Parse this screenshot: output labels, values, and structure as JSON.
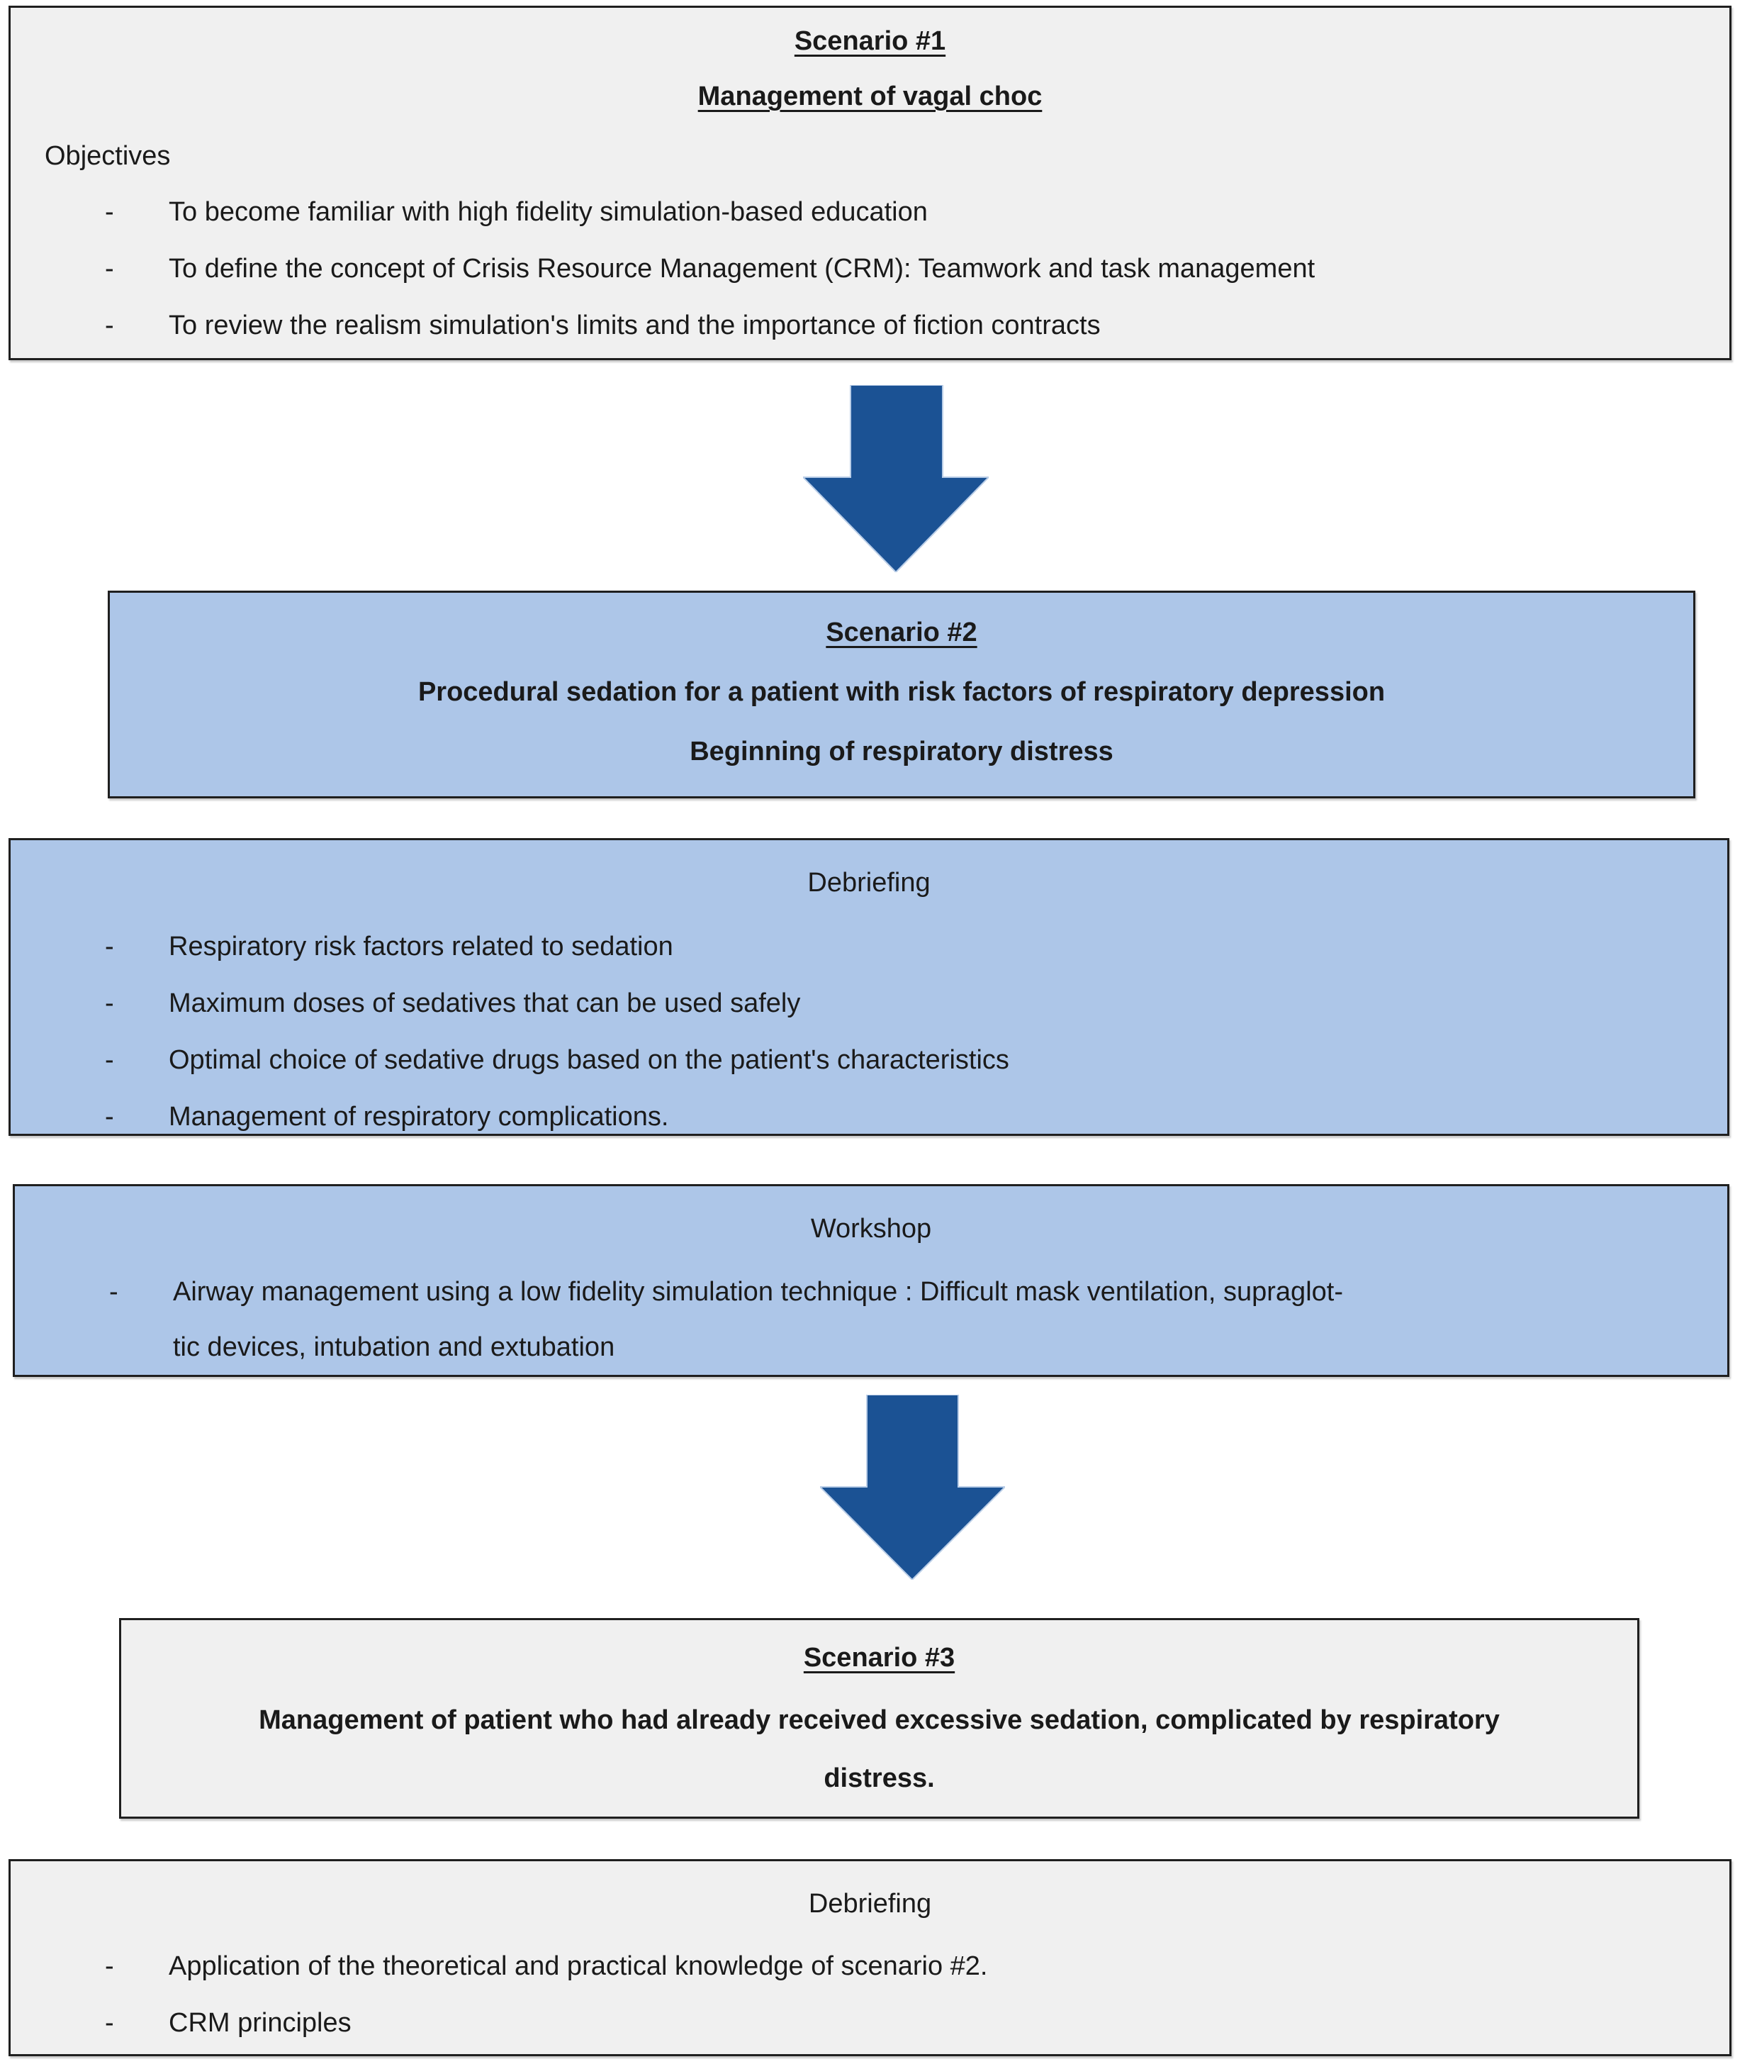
{
  "bullet_marker": "-",
  "colors": {
    "gray_box": "#f0f0f0",
    "blue_box": "#adc6e8",
    "border": "#1f1f1f",
    "arrow_blue": "#1b5294",
    "text": "#1a1a1a"
  },
  "scenario1": {
    "title": "Scenario #1",
    "subtitle": "Management of vagal choc",
    "objectives_label": "Objectives",
    "bullets": [
      "To become familiar with high fidelity simulation-based education",
      "To define the concept of Crisis Resource Management (CRM): Teamwork and task management",
      "To review the realism simulation's limits and the importance of fiction contracts"
    ]
  },
  "scenario2": {
    "title": "Scenario #2",
    "line1": "Procedural sedation for a patient with risk factors of respiratory depression",
    "line2": "Beginning of respiratory distress"
  },
  "debriefing1": {
    "title": "Debriefing",
    "bullets": [
      "Respiratory risk factors related to sedation",
      "Maximum doses of sedatives that can be used safely",
      "Optimal choice of sedative drugs based on the patient's characteristics",
      "Management of respiratory complications."
    ]
  },
  "workshop": {
    "title": "Workshop",
    "bullets": [
      "Airway management using a low fidelity simulation technique : Difficult mask ventilation, supraglot-\ntic devices, intubation and extubation"
    ]
  },
  "scenario3": {
    "title": "Scenario #3",
    "description": "Management of patient who had already received excessive sedation, complicated by respiratory\ndistress."
  },
  "debriefing2": {
    "title": "Debriefing",
    "bullets": [
      "Application of the theoretical and practical knowledge of scenario #2.",
      "CRM principles"
    ]
  }
}
